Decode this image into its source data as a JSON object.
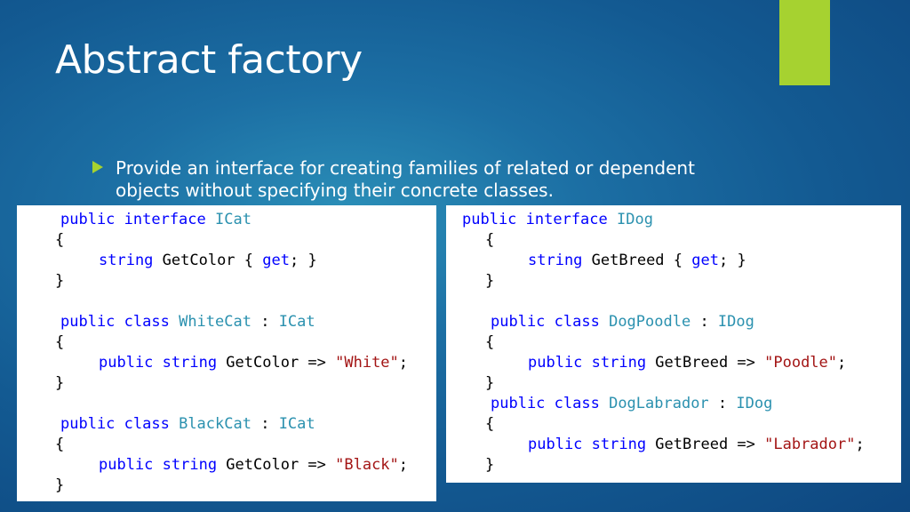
{
  "slide": {
    "title": "Abstract factory",
    "bullet": "Provide an interface for creating families of related or dependent objects without specifying their concrete classes.",
    "colors": {
      "accent": "#a6d230",
      "keyword": "#0000ff",
      "type": "#2b91af",
      "string": "#a31515"
    }
  },
  "code_left": {
    "l1": {
      "kw": "public interface",
      "ty": "ICat"
    },
    "l2": "{",
    "l3": {
      "kw1": "string",
      "t1": " GetColor { ",
      "kw2": "get",
      "t2": "; }"
    },
    "l4": "}",
    "l5": {
      "kw": "public class",
      "ty": "WhiteCat",
      "sep": " : ",
      "ty2": "ICat"
    },
    "l6": "{",
    "l7": {
      "kw": "public string",
      "t": " GetColor => ",
      "str": "\"White\"",
      "end": ";"
    },
    "l8": "}",
    "l9": {
      "kw": "public class",
      "ty": "BlackCat",
      "sep": " : ",
      "ty2": "ICat"
    },
    "l10": "{",
    "l11": {
      "kw": "public string",
      "t": " GetColor => ",
      "str": "\"Black\"",
      "end": ";"
    },
    "l12": "}"
  },
  "code_right": {
    "l1": {
      "kw": "public interface",
      "ty": "IDog"
    },
    "l2": "{",
    "l3": {
      "kw1": "string",
      "t1": " GetBreed { ",
      "kw2": "get",
      "t2": "; }"
    },
    "l4": "}",
    "l5": {
      "kw": "public class",
      "ty": "DogPoodle",
      "sep": " : ",
      "ty2": "IDog"
    },
    "l6": "{",
    "l7": {
      "kw": "public string",
      "t": " GetBreed => ",
      "str": "\"Poodle\"",
      "end": ";"
    },
    "l8": "}",
    "l9": {
      "kw": "public class",
      "ty": "DogLabrador",
      "sep": " : ",
      "ty2": "IDog"
    },
    "l10": "{",
    "l11": {
      "kw": "public string",
      "t": " GetBreed => ",
      "str": "\"Labrador\"",
      "end": ";"
    },
    "l12": "}"
  }
}
